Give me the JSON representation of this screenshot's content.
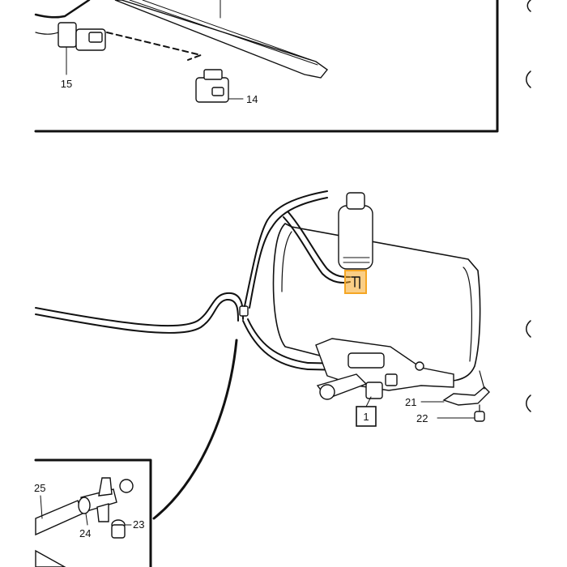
{
  "diagram": {
    "callouts": [
      {
        "id": "15",
        "text": "15"
      },
      {
        "id": "14",
        "text": "14"
      },
      {
        "id": "21",
        "text": "21"
      },
      {
        "id": "22",
        "text": "22"
      },
      {
        "id": "25",
        "text": "25"
      },
      {
        "id": "24",
        "text": "24"
      },
      {
        "id": "23",
        "text": "23"
      }
    ],
    "boxed_label": "1",
    "highlight_color": "#f5a623",
    "ink_color": "#111111"
  }
}
